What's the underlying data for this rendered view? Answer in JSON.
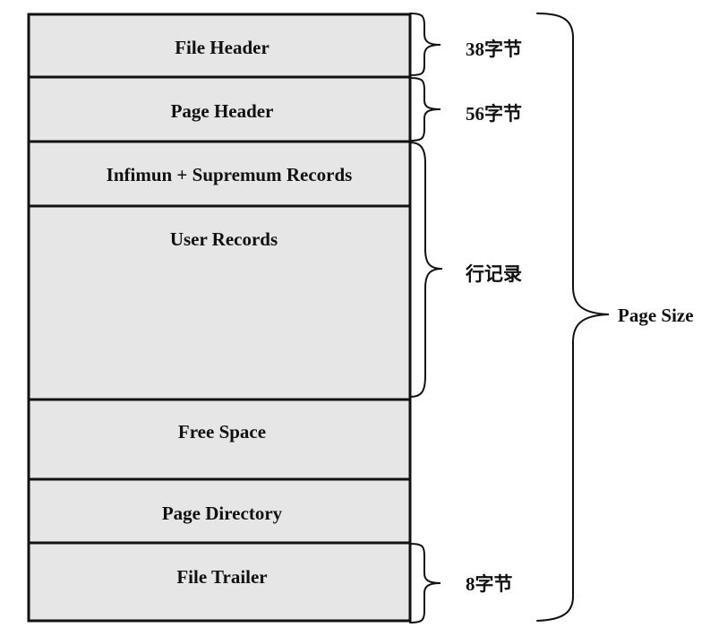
{
  "title": "InnoDB Page Structure",
  "colors": {
    "segment_fill": "#e6e6e6",
    "border": "#111111",
    "background": "#ffffff"
  },
  "segments": [
    {
      "id": "file-header",
      "label": "File Header"
    },
    {
      "id": "page-header",
      "label": "Page Header"
    },
    {
      "id": "infimum-supremum",
      "label": "Infimun + Supremum Records"
    },
    {
      "id": "user-records",
      "label": "User Records"
    },
    {
      "id": "free-space",
      "label": "Free Space"
    },
    {
      "id": "page-directory",
      "label": "Page Directory"
    },
    {
      "id": "file-trailer",
      "label": "File Trailer"
    }
  ],
  "annotations": [
    {
      "id": "file-header-size",
      "label": "38字节",
      "spans": [
        "file-header"
      ]
    },
    {
      "id": "page-header-size",
      "label": "56字节",
      "spans": [
        "page-header"
      ]
    },
    {
      "id": "row-records",
      "label": "行记录",
      "spans": [
        "infimum-supremum",
        "user-records"
      ]
    },
    {
      "id": "file-trailer-size",
      "label": "8字节",
      "spans": [
        "file-trailer"
      ]
    },
    {
      "id": "page-size",
      "label": "Page Size",
      "spans": [
        "file-header",
        "file-trailer"
      ]
    }
  ]
}
